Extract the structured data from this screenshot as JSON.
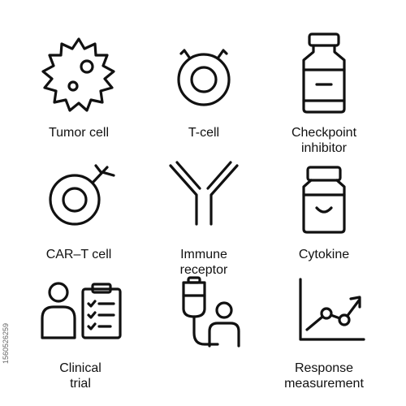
{
  "icons": [
    {
      "name": "tumor-cell-icon",
      "label": "Tumor cell"
    },
    {
      "name": "t-cell-icon",
      "label": "T-cell"
    },
    {
      "name": "checkpoint-inhibitor-icon",
      "label": "Checkpoint\ninhibitor"
    },
    {
      "name": "car-t-cell-icon",
      "label": "CAR–T cell"
    },
    {
      "name": "immune-receptor-icon",
      "label": "Immune\nreceptor"
    },
    {
      "name": "cytokine-icon",
      "label": "Cytokine"
    },
    {
      "name": "clinical-trial-icon",
      "label": "Clinical\ntrial"
    },
    {
      "name": "infusion-patient-icon",
      "label": ""
    },
    {
      "name": "response-measurement-icon",
      "label": "Response\nmeasurement"
    }
  ],
  "stock_id": "1560526259"
}
